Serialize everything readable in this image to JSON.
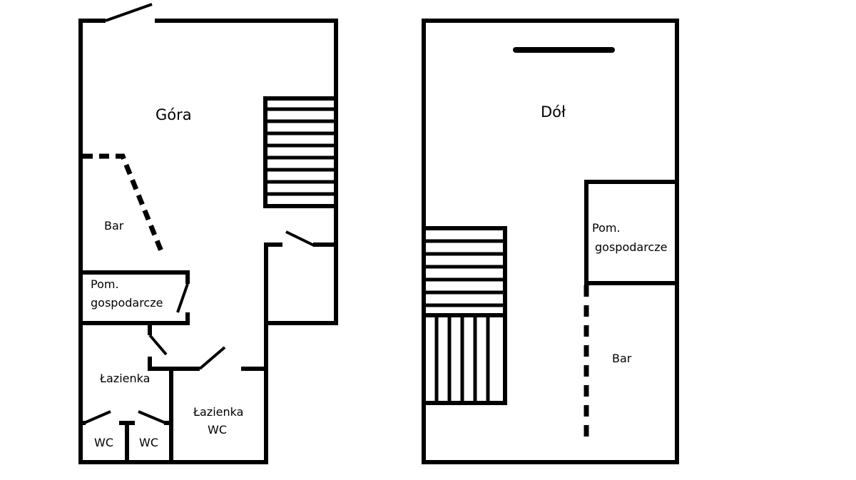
{
  "colors": {
    "wall": "#000000",
    "background": "#ffffff"
  },
  "upper_floor": {
    "title": "Góra",
    "bar": "Bar",
    "utility_room_line1": "Pom.",
    "utility_room_line2": "gospodarcze",
    "bathroom_1": "Łazienka",
    "bathroom_2_line1": "Łazienka",
    "bathroom_2_line2": "WC",
    "wc_1": "WC",
    "wc_2": "WC"
  },
  "lower_floor": {
    "title": "Dół",
    "utility_room_line1": "Pom.",
    "utility_room_line2": "gospodarcze",
    "bar": "Bar"
  }
}
